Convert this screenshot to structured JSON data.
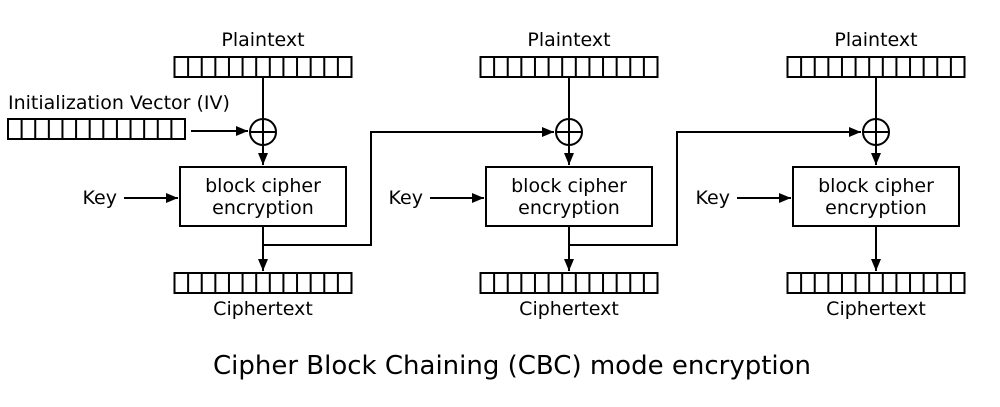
{
  "title": "Cipher Block Chaining (CBC) mode encryption",
  "iv": {
    "label": "Initialization Vector (IV)",
    "cells": 13
  },
  "block_cells": 13,
  "columns": [
    {
      "plaintext_label": "Plaintext",
      "key_label": "Key",
      "cipher_line1": "block cipher",
      "cipher_line2": "encryption",
      "ciphertext_label": "Ciphertext"
    },
    {
      "plaintext_label": "Plaintext",
      "key_label": "Key",
      "cipher_line1": "block cipher",
      "cipher_line2": "encryption",
      "ciphertext_label": "Ciphertext"
    },
    {
      "plaintext_label": "Plaintext",
      "key_label": "Key",
      "cipher_line1": "block cipher",
      "cipher_line2": "encryption",
      "ciphertext_label": "Ciphertext"
    }
  ],
  "icons": {
    "xor": "circle-plus"
  },
  "colors": {
    "stroke": "#000000",
    "background": "#ffffff"
  }
}
